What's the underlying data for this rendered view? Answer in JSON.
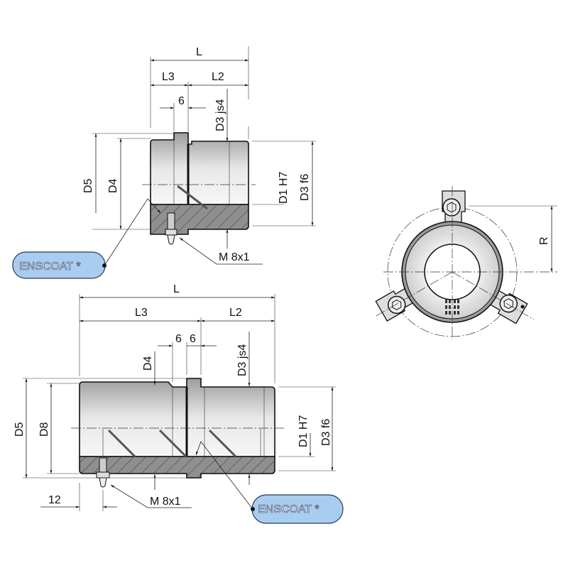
{
  "top_view": {
    "dims": {
      "L": "L",
      "L3": "L3",
      "L2": "L2",
      "six": "6",
      "D3js4": "D3 js4",
      "D5": "D5",
      "D4": "D4",
      "D1H7": "D1 H7",
      "D3f6": "D3 f6"
    },
    "thread": "M 8x1",
    "badge": "ENSCOAT *"
  },
  "bottom_view": {
    "dims": {
      "L": "L",
      "L3": "L3",
      "L2": "L2",
      "six_a": "6",
      "six_b": "6",
      "D4": "D4",
      "D3js4": "D3 js4",
      "D5": "D5",
      "D8": "D8",
      "D1H7": "D1 H7",
      "D3f6": "D3 f6",
      "twelve": "12"
    },
    "thread": "M 8x1",
    "badge": "ENSCOAT *"
  },
  "side_view": {
    "dims": {
      "R": "R"
    }
  },
  "colors": {
    "badge_fill": "#a9cdf0",
    "badge_stroke": "#2b3a55",
    "body_gray": "#b9b9b9",
    "hatch_gray": "#8f8f8f"
  }
}
